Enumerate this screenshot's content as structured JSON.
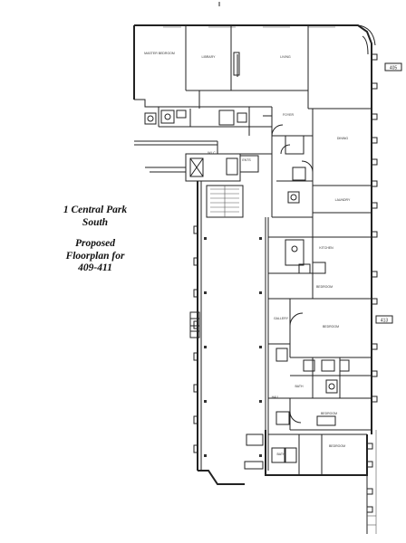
{
  "title": {
    "line1": "1 Central Park",
    "line2": "South",
    "line3": "Proposed",
    "line4": "Floorplan for",
    "line5": "409-411"
  },
  "markers": {
    "right_upper": "405",
    "right_lower": "413"
  },
  "rooms": {
    "master_bedroom": "MASTER BEDROOM",
    "library": "LIBRARY",
    "living": "LIVING",
    "dining": "DINING",
    "foyer": "FOYER",
    "wic": "W.I.C.",
    "gallery": "GALLERY",
    "kitchen": "KITCHEN",
    "laundry": "LAUNDRY",
    "bedroom1": "BEDROOM",
    "bedroom2": "BEDROOM",
    "bedroom3": "BEDROOM",
    "bedroom4": "BEDROOM",
    "ents": "ENTS",
    "bath": "BATH",
    "bath2": "BATH",
    "hall": "HALL"
  },
  "colors": {
    "line": "#222222",
    "text": "#111111"
  }
}
